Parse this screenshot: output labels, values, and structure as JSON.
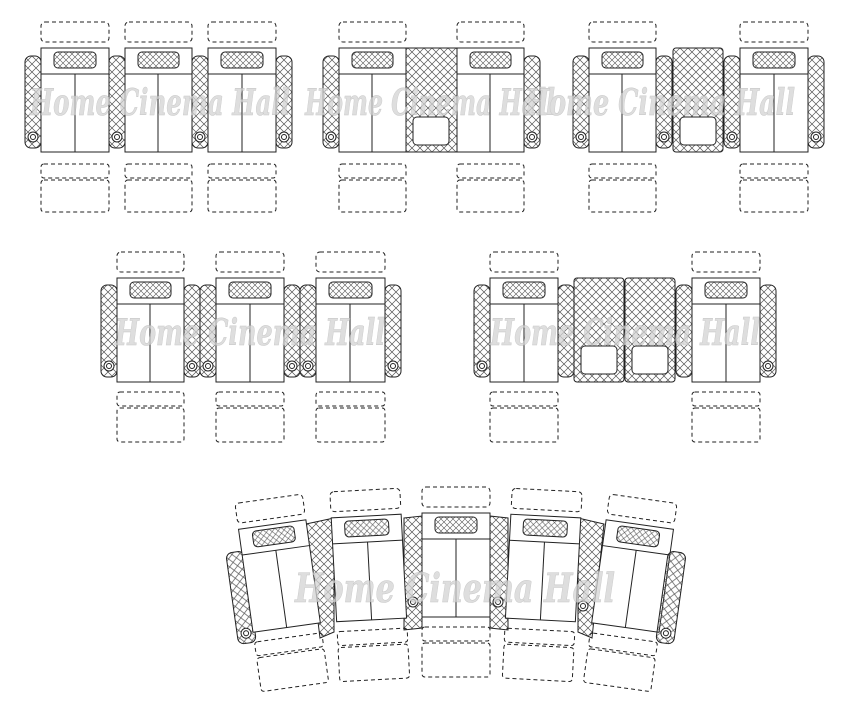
{
  "watermark": {
    "text": "Home Cinema Hall",
    "fill": "#d4d4d4",
    "stroke": "#b8b8b8"
  },
  "style": {
    "ink": "#222222",
    "hatch": "#555555",
    "background": "#ffffff"
  },
  "configurations": [
    {
      "name": "row-of-3-seats",
      "modules": [
        "arm",
        "seat",
        "arm",
        "seat",
        "arm",
        "seat",
        "arm"
      ]
    },
    {
      "name": "row-of-2-seats-with-console",
      "modules": [
        "arm",
        "seat",
        "console",
        "seat",
        "arm"
      ]
    },
    {
      "name": "row-of-2-seats-with-armed-console",
      "modules": [
        "arm",
        "seat",
        "arm",
        "console",
        "arm",
        "seat",
        "arm"
      ]
    },
    {
      "name": "row-of-3-seats-spaced",
      "modules": [
        "arm",
        "seat",
        "arm",
        "arm",
        "seat",
        "arm",
        "arm",
        "seat",
        "arm"
      ]
    },
    {
      "name": "row-of-2-seats-with-double-console",
      "modules": [
        "arm",
        "seat",
        "console",
        "console",
        "seat",
        "arm"
      ]
    },
    {
      "name": "curved-row-of-5-seats",
      "modules": [
        "arm",
        "seat",
        "wedge",
        "seat",
        "wedge",
        "seat",
        "wedge",
        "seat",
        "wedge",
        "seat",
        "arm"
      ]
    }
  ]
}
